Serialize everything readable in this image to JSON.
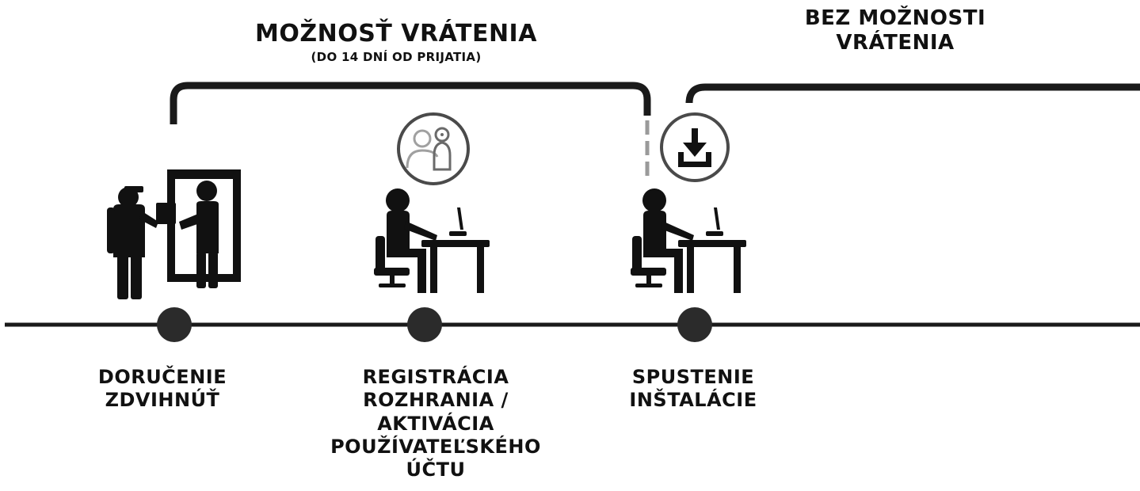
{
  "top_labels": {
    "returnable_title": "MOŽNOSŤ VRÁTENIA",
    "returnable_note": "(DO 14 DNÍ OD PRIJATIA)",
    "non_returnable_lines": [
      "BEZ MOŽNOSTI",
      "VRÁTENIA"
    ]
  },
  "steps": [
    {
      "lines": [
        "DORUČENIE",
        "ZDVIHNÚŤ"
      ],
      "icon": "delivery-person-icon"
    },
    {
      "lines": [
        "REGISTRÁCIA",
        "ROZHRANIA /",
        "AKTIVÁCIA",
        "POUŽÍVATEĽSKÉHO",
        "ÚČTU"
      ],
      "icon": "user-at-desk-icon",
      "badge_icon": "user-profile-icon"
    },
    {
      "lines": [
        "SPUSTENIE",
        "INŠTALÁCIE"
      ],
      "icon": "user-at-desk-icon",
      "badge_icon": "download-icon"
    }
  ],
  "colors": {
    "ink": "#111111",
    "line": "#1a1a1a",
    "node": "#2b2b2b",
    "dashed": "#9a9a9a",
    "badge_border": "#4a4a4a",
    "profile_icon": "#a0a0a0"
  }
}
